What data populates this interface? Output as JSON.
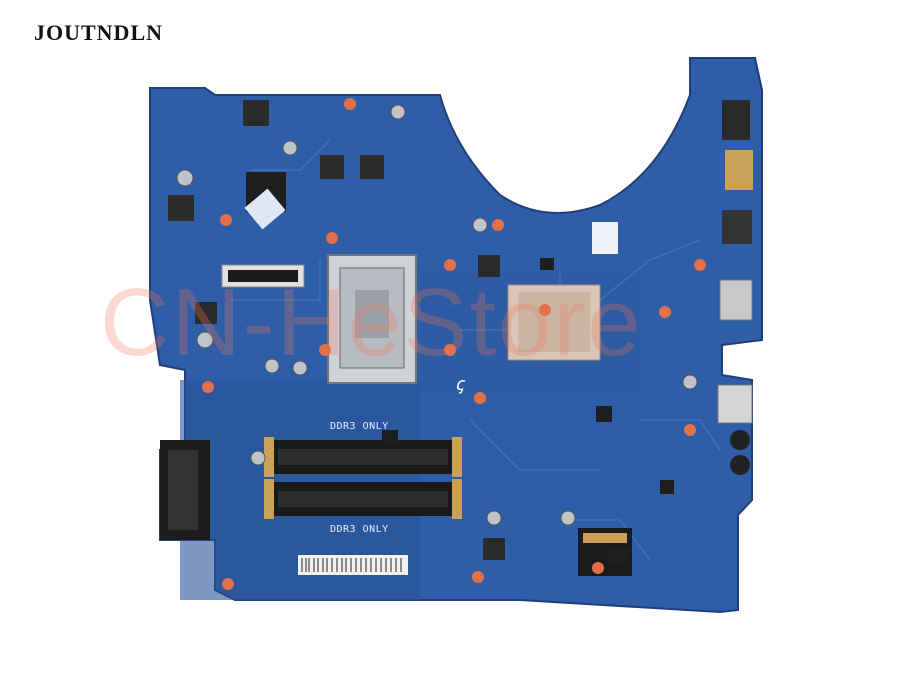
{
  "brand": {
    "name": "JOUTNDLN"
  },
  "silkscreen": {
    "ddr_top": "DDR3 ONLY",
    "ddr_bottom": "DDR3 ONLY"
  },
  "watermark": {
    "text": "CN-HeStore"
  },
  "colors": {
    "pcb": "#2f5ea8",
    "pcb_dark": "#23488a",
    "gold": "#c9a15a",
    "mounting_hole": "#e2704a",
    "connector_black": "#1a1a1a"
  }
}
